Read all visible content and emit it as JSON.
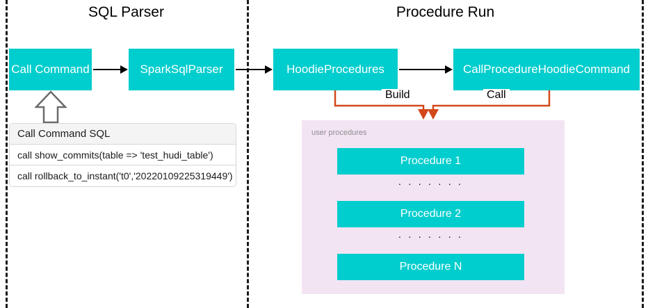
{
  "sections": [
    {
      "id": "sql-parser",
      "title": "SQL Parser"
    },
    {
      "id": "procedure-run",
      "title": "Procedure Run"
    }
  ],
  "boxes": {
    "call_command": "Call Command",
    "spark_sql_parser": "SparkSqlParser",
    "hoodie_procedures": "HoodieProcedures",
    "call_procedure_hoodie_command": "CallProcedureHoodieCommand"
  },
  "edges": {
    "build_label": "Build",
    "call_label": "Call"
  },
  "sql_list": {
    "header": "Call Command SQL",
    "items": [
      "call show_commits(table => 'test_hudi_table')",
      "call rollback_to_instant('t0','20220109225319449')"
    ]
  },
  "procedures_panel": {
    "label": "user procedures",
    "items": [
      "Procedure 1",
      "Procedure 2",
      "Procedure N"
    ],
    "separator": ". . . . . . ."
  },
  "colors": {
    "teal_box": "#00cdcd",
    "panel_purple": "#f3e4f3",
    "connector_orange": "#d2481a",
    "divider_black": "#1a1a1a",
    "list_header_gray": "#f4f4f4"
  }
}
